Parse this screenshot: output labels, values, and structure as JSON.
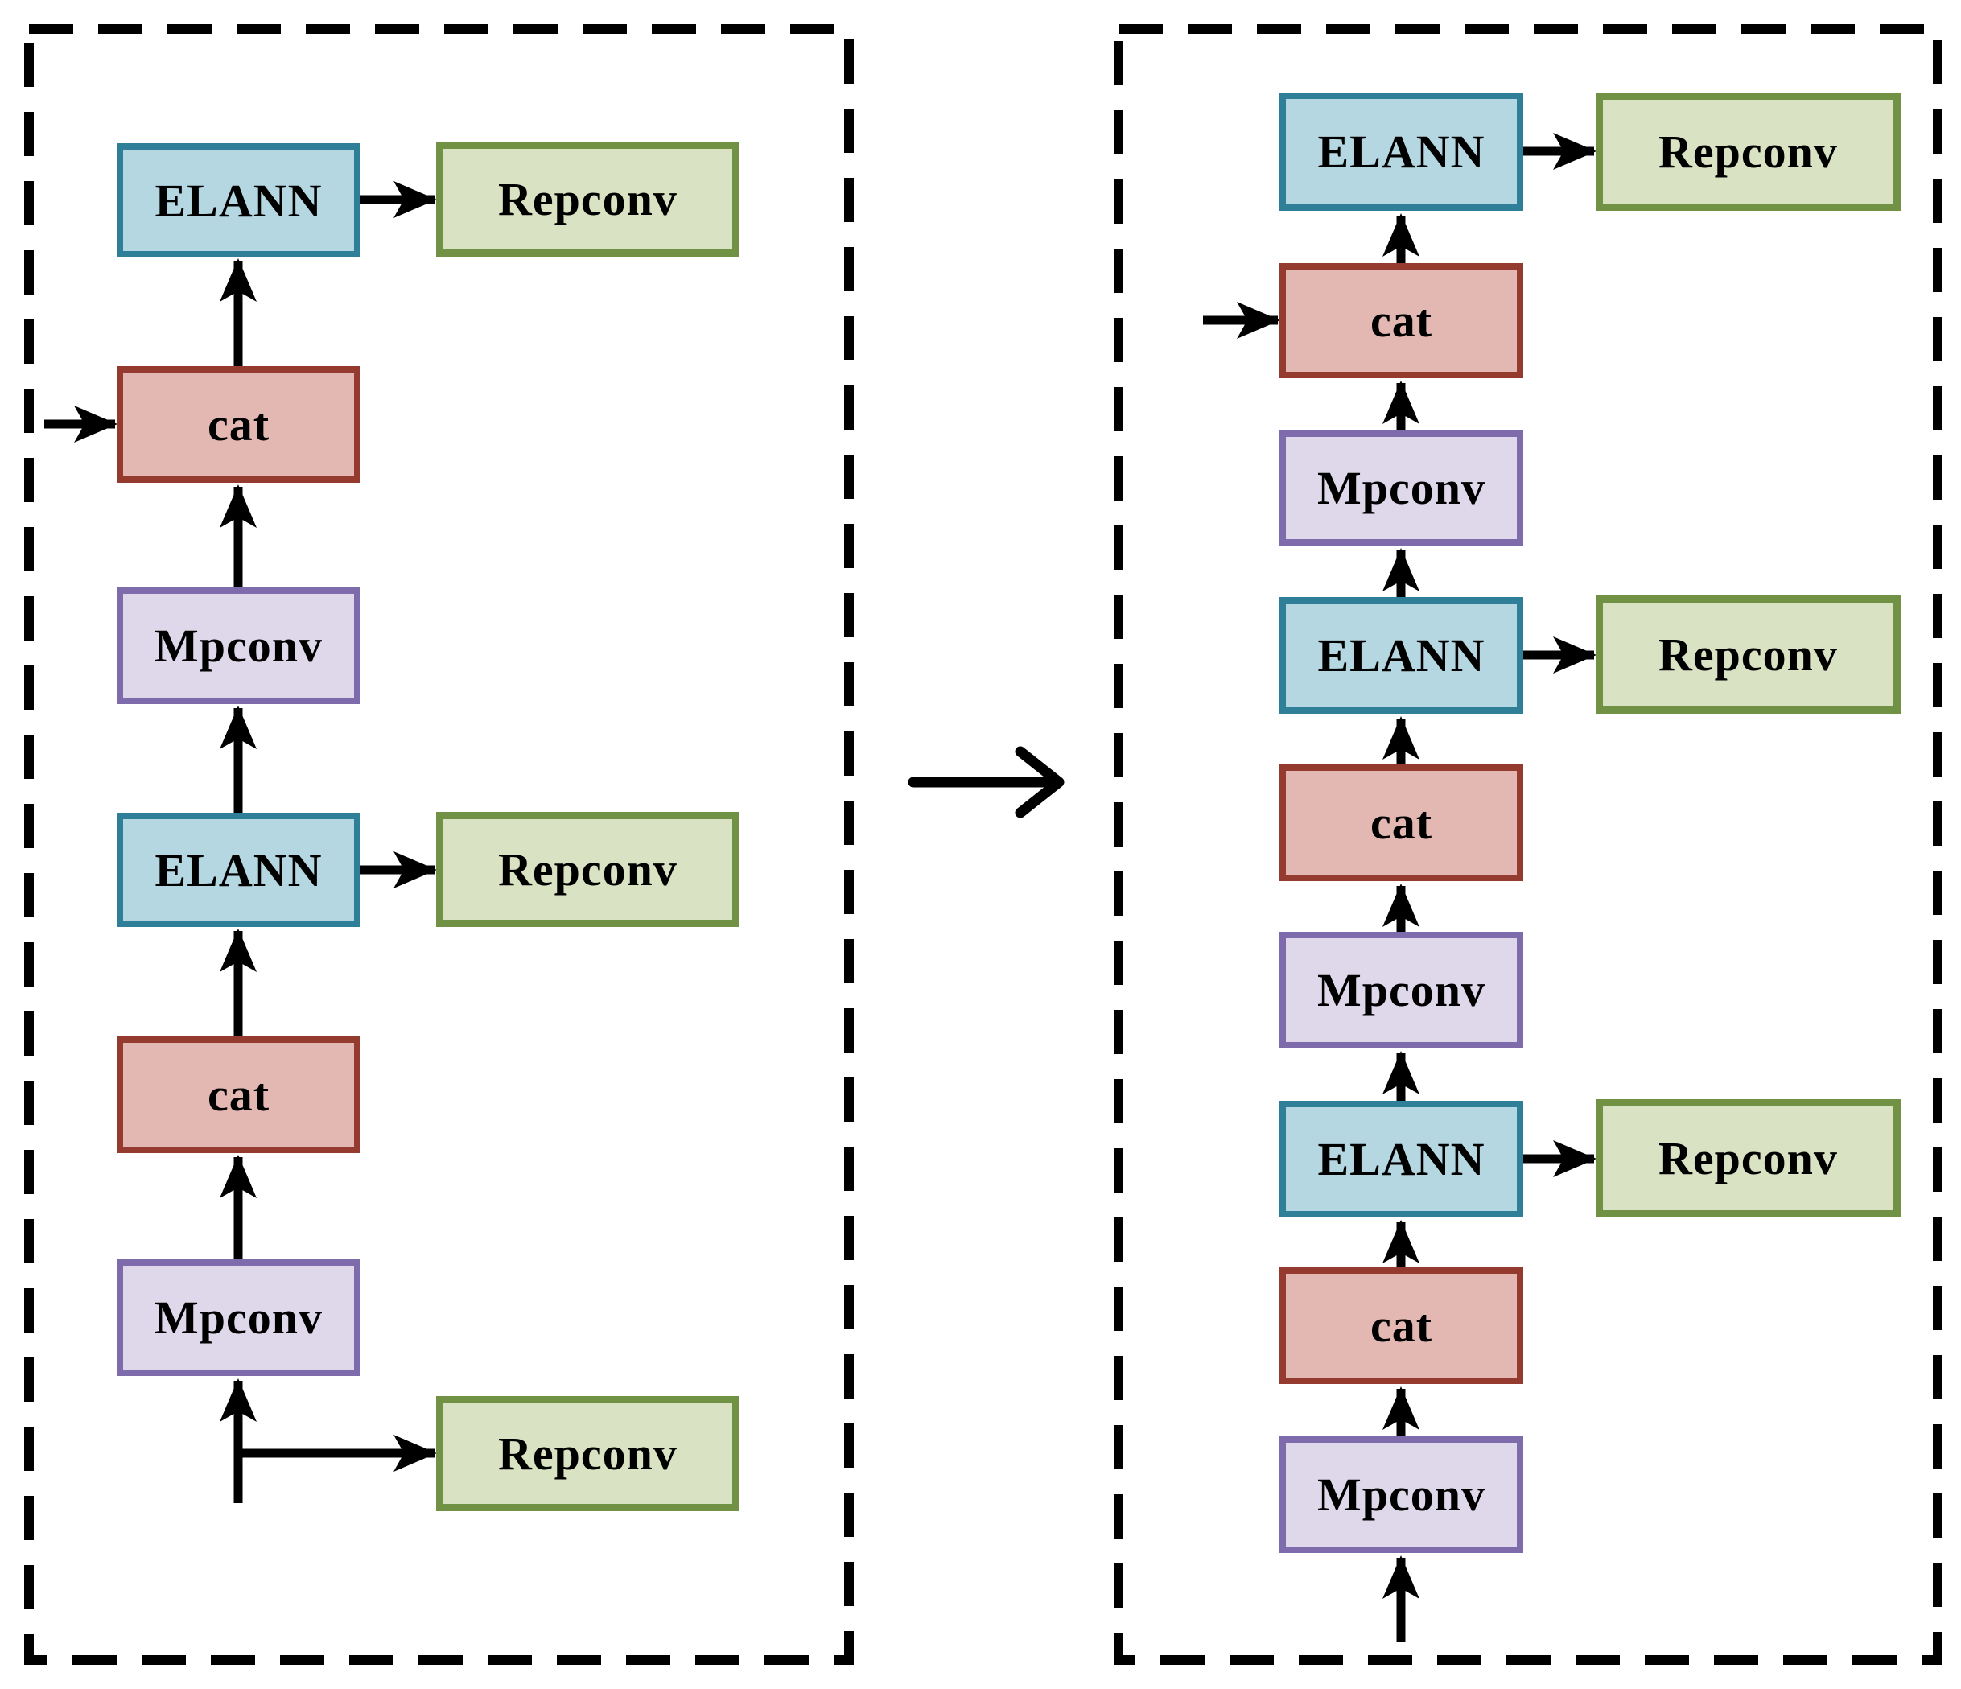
{
  "palette": {
    "elann_fill": "#b5d7e2",
    "elann_border": "#2e7f97",
    "cat_fill": "#e4b8b2",
    "cat_border": "#953a2f",
    "mpconv_fill": "#ded8ea",
    "mpconv_border": "#7e6bab",
    "repconv_fill": "#d9e2c3",
    "repconv_border": "#719245",
    "line_color": "#000000"
  },
  "left_panel": {
    "nodes": [
      {
        "type": "ELANN",
        "label": "ELANN"
      },
      {
        "type": "Repconv",
        "label": "Repconv"
      },
      {
        "type": "cat",
        "label": "cat"
      },
      {
        "type": "Mpconv",
        "label": "Mpconv"
      },
      {
        "type": "ELANN",
        "label": "ELANN"
      },
      {
        "type": "Repconv",
        "label": "Repconv"
      },
      {
        "type": "cat",
        "label": "cat"
      },
      {
        "type": "Mpconv",
        "label": "Mpconv"
      },
      {
        "type": "Repconv",
        "label": "Repconv"
      }
    ],
    "connections": [
      "input -> Repconv(bottom)",
      "input -> Mpconv(bottom)",
      "Mpconv(bottom) -> cat(mid)",
      "cat(mid) -> ELANN(mid)",
      "ELANN(mid) -> Repconv(mid)",
      "ELANN(mid) -> Mpconv(top)",
      "Mpconv(top) -> cat(top)",
      "side-input -> cat(top)",
      "cat(top) -> ELANN(top)",
      "ELANN(top) -> Repconv(top)"
    ]
  },
  "transform_arrow": "left_panel -> right_panel",
  "right_panel": {
    "nodes": [
      {
        "type": "ELANN",
        "label": "ELANN"
      },
      {
        "type": "Repconv",
        "label": "Repconv"
      },
      {
        "type": "cat",
        "label": "cat"
      },
      {
        "type": "Mpconv",
        "label": "Mpconv"
      },
      {
        "type": "ELANN",
        "label": "ELANN"
      },
      {
        "type": "Repconv",
        "label": "Repconv"
      },
      {
        "type": "cat",
        "label": "cat"
      },
      {
        "type": "Mpconv",
        "label": "Mpconv"
      },
      {
        "type": "ELANN",
        "label": "ELANN"
      },
      {
        "type": "Repconv",
        "label": "Repconv"
      },
      {
        "type": "cat",
        "label": "cat"
      },
      {
        "type": "Mpconv",
        "label": "Mpconv"
      }
    ],
    "connections": [
      "input -> Mpconv(bottom)",
      "Mpconv(bottom) -> cat(bottom)",
      "cat(bottom) -> ELANN(bottom)",
      "ELANN(bottom) -> Repconv(bottom)",
      "ELANN(bottom) -> Mpconv(mid)",
      "Mpconv(mid) -> cat(mid)",
      "cat(mid) -> ELANN(mid)",
      "ELANN(mid) -> Repconv(mid)",
      "ELANN(mid) -> Mpconv(top)",
      "Mpconv(top) -> cat(top)",
      "side-input -> cat(top)",
      "cat(top) -> ELANN(top)",
      "ELANN(top) -> Repconv(top)"
    ]
  }
}
